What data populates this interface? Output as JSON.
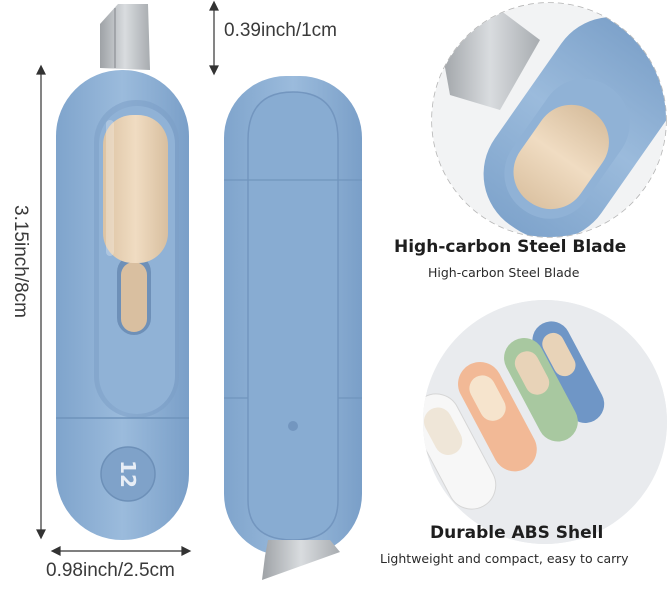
{
  "dimensions": {
    "blade_extension": "0.39inch/1cm",
    "length": "3.15inch/8cm",
    "width": "0.98inch/2.5cm"
  },
  "product": {
    "model_number": "12"
  },
  "features": [
    {
      "title": "High-carbon Steel Blade",
      "subtitle": "High-carbon Steel Blade"
    },
    {
      "title": "Durable ABS Shell",
      "subtitle": "Lightweight and compact, easy to carry"
    }
  ],
  "colors": {
    "shell_blue": "#8aaed3",
    "slider_beige": "#e8d3b8",
    "blade_steel": "#b9bcc0",
    "variant_colors": [
      "#f4f4f4",
      "#f2b996",
      "#a8c8a0",
      "#6f96c6"
    ]
  }
}
